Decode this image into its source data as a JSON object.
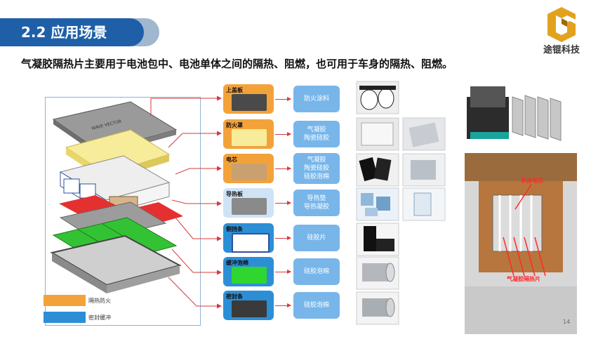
{
  "header": {
    "section_title": "2.2 应用场景",
    "logo_text": "途锟科技"
  },
  "subtitle": "气凝胶隔热片主要用于电池包中、电池单体之间的隔热、阻燃，也可用于车身的隔热、阻燃。",
  "diagram": {
    "cover_text": "WAVE VECTOR"
  },
  "legend": [
    {
      "label": "隔热防火",
      "color": "#f3a23a"
    },
    {
      "label": "密封缓冲",
      "color": "#2c8fd6"
    }
  ],
  "components": [
    {
      "name": "上盖板",
      "materials": [
        "防火涂料"
      ],
      "style": "orange"
    },
    {
      "name": "防火罩",
      "materials": [
        "气凝胶",
        "陶瓷硅胶"
      ],
      "style": "orange"
    },
    {
      "name": "电芯",
      "materials": [
        "气凝胶",
        "陶瓷硅胶",
        "硅胶泡棉"
      ],
      "style": "orange"
    },
    {
      "name": "导热板",
      "materials": [
        "导热垫",
        "导热凝胶"
      ],
      "style": "blue"
    },
    {
      "name": "侧挡条",
      "materials": [
        "硅胶片"
      ],
      "style": "blue"
    },
    {
      "name": "缓冲泡棉",
      "materials": [
        "硅胶泡棉"
      ],
      "style": "blue"
    },
    {
      "name": "密封条",
      "materials": [
        "硅胶泡棉"
      ],
      "style": "blue"
    }
  ],
  "photo_labels": {
    "cell": "单体电芯",
    "aerogel": "气凝胶隔热片"
  },
  "page_number": "14",
  "colors": {
    "title_blue": "#1f5fa8",
    "orange": "#f3a23a",
    "blue": "#2c8fd6",
    "material_blue": "#78b6ea",
    "arrow_red": "#d83a3a"
  }
}
